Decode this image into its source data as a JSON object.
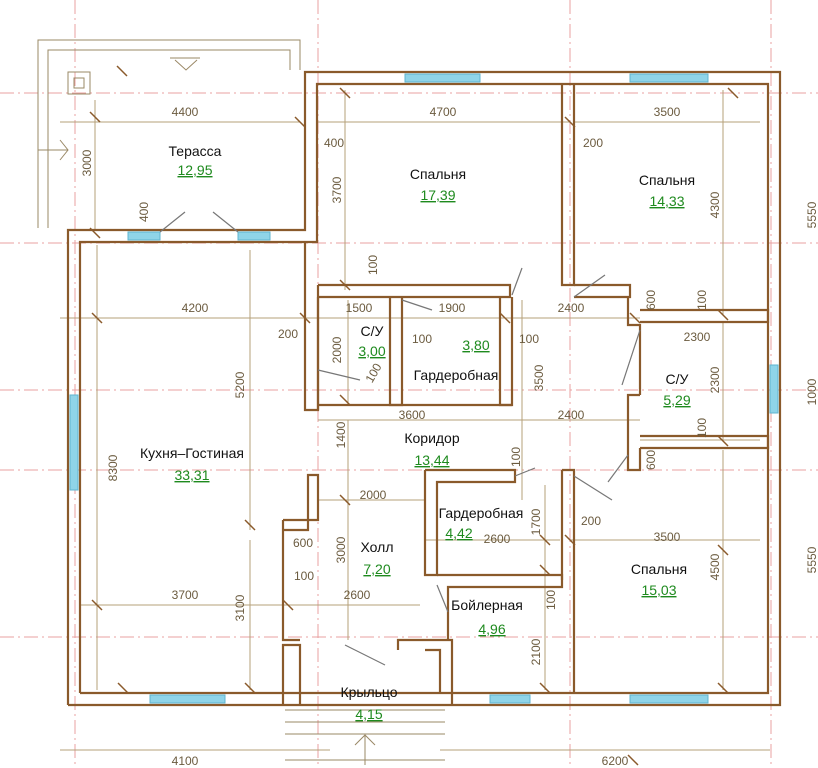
{
  "colors": {
    "wall": "#8a5a2b",
    "axis": "#e8a0a0",
    "dim_line": "#b5a07a",
    "window": "#8fd4e8",
    "area_text": "#1e8a1e",
    "dim_text": "#6b5b3f"
  },
  "rooms": [
    {
      "id": "terrace",
      "name": "Терасса",
      "area": "12,95"
    },
    {
      "id": "bedroom1",
      "name": "Спальня",
      "area": "17,39"
    },
    {
      "id": "bedroom2",
      "name": "Спальня",
      "area": "14,33"
    },
    {
      "id": "wc1",
      "name": "С/У",
      "area": "3,00"
    },
    {
      "id": "wardrobe1",
      "name": "Гардеробная",
      "area": "3,80"
    },
    {
      "id": "wc2",
      "name": "С/У",
      "area": "5,29"
    },
    {
      "id": "kitchen",
      "name": "Кухня–Гостиная",
      "area": "33,31"
    },
    {
      "id": "corridor",
      "name": "Коридор",
      "area": "13,44"
    },
    {
      "id": "wardrobe2",
      "name": "Гардеробная",
      "area": "4,42"
    },
    {
      "id": "hall",
      "name": "Холл",
      "area": "7,20"
    },
    {
      "id": "bedroom3",
      "name": "Спальня",
      "area": "15,03"
    },
    {
      "id": "boiler",
      "name": "Бойлерная",
      "area": "4,96"
    },
    {
      "id": "porch",
      "name": "Крыльцо",
      "area": "4,15"
    }
  ],
  "dimensions": [
    {
      "id": "d4400",
      "text": "4400"
    },
    {
      "id": "d4700",
      "text": "4700"
    },
    {
      "id": "d3500a",
      "text": "3500"
    },
    {
      "id": "d3000a",
      "text": "3000"
    },
    {
      "id": "d400a",
      "text": "400"
    },
    {
      "id": "d400b",
      "text": "400"
    },
    {
      "id": "d200a",
      "text": "200"
    },
    {
      "id": "d3700a",
      "text": "3700"
    },
    {
      "id": "d4300",
      "text": "4300"
    },
    {
      "id": "d5550a",
      "text": "5550"
    },
    {
      "id": "d100a",
      "text": "100"
    },
    {
      "id": "d4200",
      "text": "4200"
    },
    {
      "id": "d1500",
      "text": "1500"
    },
    {
      "id": "d1900",
      "text": "1900"
    },
    {
      "id": "d2400a",
      "text": "2400"
    },
    {
      "id": "d600a",
      "text": "600"
    },
    {
      "id": "d100b",
      "text": "100"
    },
    {
      "id": "d200b",
      "text": "200"
    },
    {
      "id": "d2000a",
      "text": "2000"
    },
    {
      "id": "d100c",
      "text": "100"
    },
    {
      "id": "d100d",
      "text": "100"
    },
    {
      "id": "d2300a",
      "text": "2300"
    },
    {
      "id": "d2300b",
      "text": "2300"
    },
    {
      "id": "d1000",
      "text": "1000"
    },
    {
      "id": "d3500b",
      "text": "3500"
    },
    {
      "id": "d5200",
      "text": "5200"
    },
    {
      "id": "d100e",
      "text": "100"
    },
    {
      "id": "d3600",
      "text": "3600"
    },
    {
      "id": "d2400b",
      "text": "2400"
    },
    {
      "id": "d1400",
      "text": "1400"
    },
    {
      "id": "d100f",
      "text": "100"
    },
    {
      "id": "d600b",
      "text": "600"
    },
    {
      "id": "d8300",
      "text": "8300"
    },
    {
      "id": "d100g",
      "text": "100"
    },
    {
      "id": "d2000b",
      "text": "2000"
    },
    {
      "id": "d1700",
      "text": "1700"
    },
    {
      "id": "d200c",
      "text": "200"
    },
    {
      "id": "d3500c",
      "text": "3500"
    },
    {
      "id": "d600c",
      "text": "600"
    },
    {
      "id": "d3000b",
      "text": "3000"
    },
    {
      "id": "d2600a",
      "text": "2600"
    },
    {
      "id": "d4500",
      "text": "4500"
    },
    {
      "id": "d5550b",
      "text": "5550"
    },
    {
      "id": "d100h",
      "text": "100"
    },
    {
      "id": "d3700b",
      "text": "3700"
    },
    {
      "id": "d2600b",
      "text": "2600"
    },
    {
      "id": "d100i",
      "text": "100"
    },
    {
      "id": "d3100",
      "text": "3100"
    },
    {
      "id": "d2100",
      "text": "2100"
    },
    {
      "id": "d4100",
      "text": "4100"
    },
    {
      "id": "d6200",
      "text": "6200"
    }
  ]
}
